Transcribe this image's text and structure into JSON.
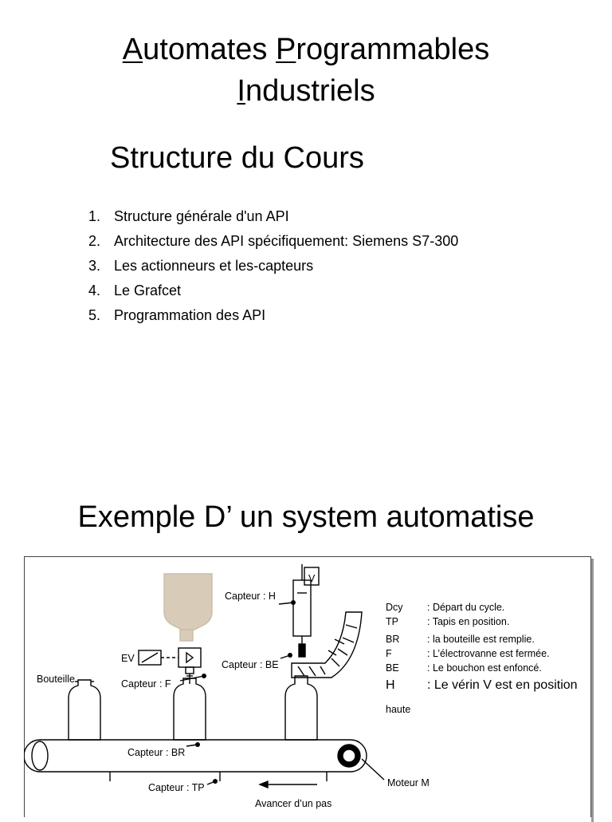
{
  "title": {
    "word1_initial": "A",
    "word1_rest": "utomates",
    "word2_initial": "P",
    "word2_rest": "rogrammables",
    "word3_initial": "I",
    "word3_rest": "ndustriels"
  },
  "subtitle": "Structure du Cours",
  "outline": [
    {
      "num": "1.",
      "text": "Structure générale d'un API"
    },
    {
      "num": "2.",
      "text": "Architecture des API spécifiquement: Siemens S7-300"
    },
    {
      "num": "3.",
      "text": "Les actionneurs et les-capteurs"
    },
    {
      "num": "4.",
      "text": "Le Grafcet"
    },
    {
      "num": "5.",
      "text": "Programmation des API"
    }
  ],
  "section_title": "Exemple D’ un system automatise",
  "diagram": {
    "labels": {
      "capteur_h": "Capteur : H",
      "v": "V",
      "ev": "EV",
      "capteur_be": "Capteur : BE",
      "bouteille": "Bouteille",
      "capteur_f": "Capteur : F",
      "capteur_br": "Capteur : BR",
      "capteur_tp": "Capteur : TP",
      "moteur": "Moteur  M",
      "avancer": "Avancer d’un pas"
    },
    "legend": [
      {
        "code": "Dcy",
        "desc": ": Départ du cycle."
      },
      {
        "code": "TP",
        "desc": ": Tapis en position."
      },
      {
        "code": "BR",
        "desc": ": la bouteille est remplie."
      },
      {
        "code": "F",
        "desc": ": L’électrovanne est fermée."
      },
      {
        "code": "BE",
        "desc": ": Le bouchon est enfoncé."
      },
      {
        "code": "H",
        "desc": ": Le vérin V est en position"
      }
    ],
    "legend_wrap": "haute"
  }
}
